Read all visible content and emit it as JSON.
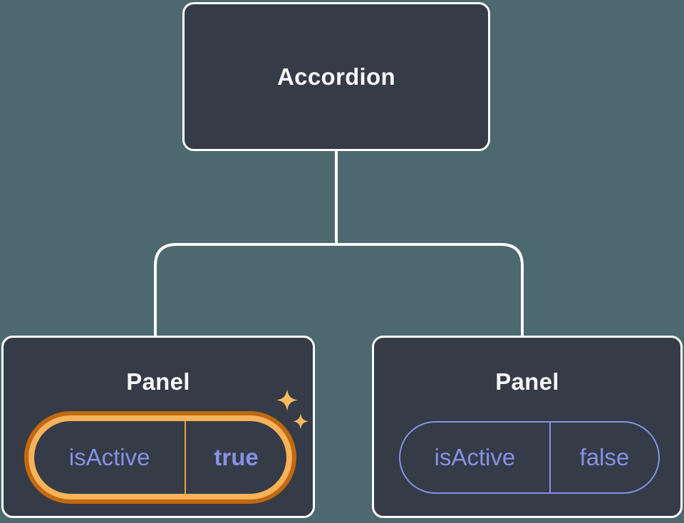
{
  "colors": {
    "background": "#4D686F",
    "node_fill": "#353B47",
    "node_border": "#FFFFFF",
    "heading_text": "#F6F7F9",
    "state_purple": "#8691E5",
    "highlight_ring_outer": "#C1690E",
    "highlight_ring_inner": "#FAB25A",
    "highlight_divider": "#E8A33C",
    "sparkle": "#F8BA61"
  },
  "tree": {
    "root_label": "Accordion",
    "children": [
      {
        "label": "Panel",
        "prop_name": "isActive",
        "prop_value": "true",
        "highlighted": true
      },
      {
        "label": "Panel",
        "prop_name": "isActive",
        "prop_value": "false",
        "highlighted": false
      }
    ]
  }
}
